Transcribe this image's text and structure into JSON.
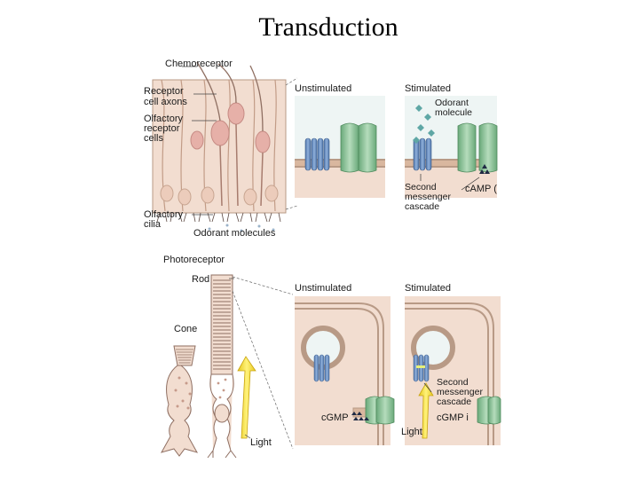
{
  "title": "Transduction",
  "olfactory": {
    "chemoreceptor": "Chemoreceptor",
    "receptor_axons_1": "Receptor",
    "receptor_axons_2": "cell axons",
    "receptor_cells_1": "Olfactory",
    "receptor_cells_2": "receptor",
    "receptor_cells_3": "cells",
    "cilia_1": "Olfactory",
    "cilia_2": "cilia",
    "odorant_molecules": "Odorant molecules",
    "unstimulated": "Unstimulated",
    "stimulated": "Stimulated",
    "odorant_molecule_1": "Odorant",
    "odorant_molecule_2": "molecule",
    "second_messenger_1": "Second",
    "second_messenger_2": "messenger",
    "second_messenger_3": "cascade",
    "camp": "cAMP ("
  },
  "photo": {
    "photoreceptor": "Photoreceptor",
    "rod": "Rod",
    "cone": "Cone",
    "light": "Light",
    "unstimulated": "Unstimulated",
    "stimulated": "Stimulated",
    "cgmp": "cGMP",
    "cgmp_stim": "cGMP i",
    "second_messenger_1": "Second",
    "second_messenger_2": "messenger",
    "second_messenger_3": "cascade",
    "light2": "Light"
  },
  "colors": {
    "cell_fill": "#f2ddd0",
    "membrane": "#c9a58e",
    "receptor_blue": "#6e93c4",
    "channel_green": "#8fc49a",
    "light_yellow": "#f3e23a",
    "nucleus": "#e6b0a8"
  }
}
